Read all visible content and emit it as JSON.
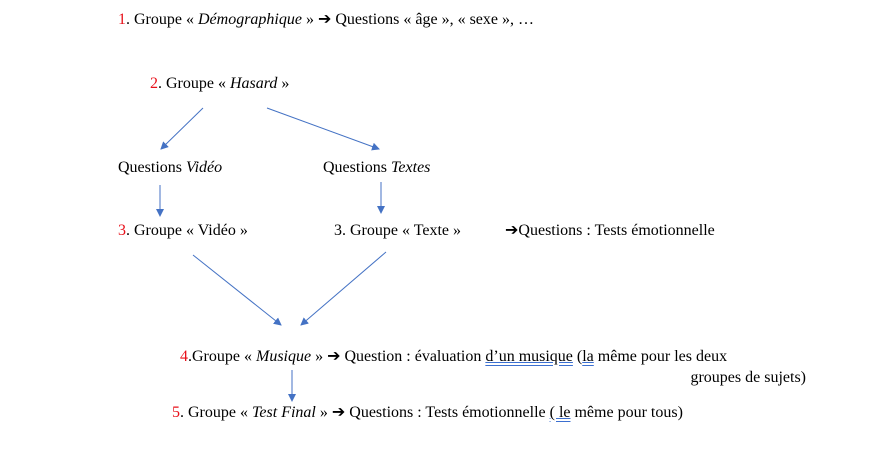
{
  "arrow_color": "#4472c4",
  "number_color": "#e8101a",
  "line1": {
    "num": "1",
    "pre": ". Groupe « ",
    "name": "Démographique",
    "post": " » ",
    "arrow": "➔",
    "rest": " Questions « âge », « sexe », …"
  },
  "line2": {
    "num": "2",
    "pre": ". Groupe « ",
    "name": "Hasard",
    "post": " »"
  },
  "branch_left": {
    "pre": "Questions ",
    "name": "Vidéo"
  },
  "branch_right": {
    "pre": "Questions ",
    "name": "Textes"
  },
  "line3a": {
    "num": "3",
    "text": ". Groupe « Vidéo »"
  },
  "line3b": {
    "text": "3. Groupe « Texte »"
  },
  "line3c": {
    "arrow": "➔",
    "text": "Questions : Tests émotionnelle"
  },
  "line4": {
    "num": "4",
    "pre": ".Groupe « ",
    "name": "Musique",
    "post": " » ",
    "arrow": "➔",
    "mid": " Question : évaluation ",
    "underlined": "d’un musique",
    "open": " (",
    "la": "la",
    "rest": " même pour les deux",
    "wrap": "groupes de sujets)"
  },
  "line5": {
    "num": "5",
    "pre": ". Groupe « ",
    "name": "Test Final",
    "post": " » ",
    "arrow": "➔",
    "mid": " Questions : Tests émotionnelle ",
    "flag": "( le",
    "rest": " même pour tous)"
  }
}
